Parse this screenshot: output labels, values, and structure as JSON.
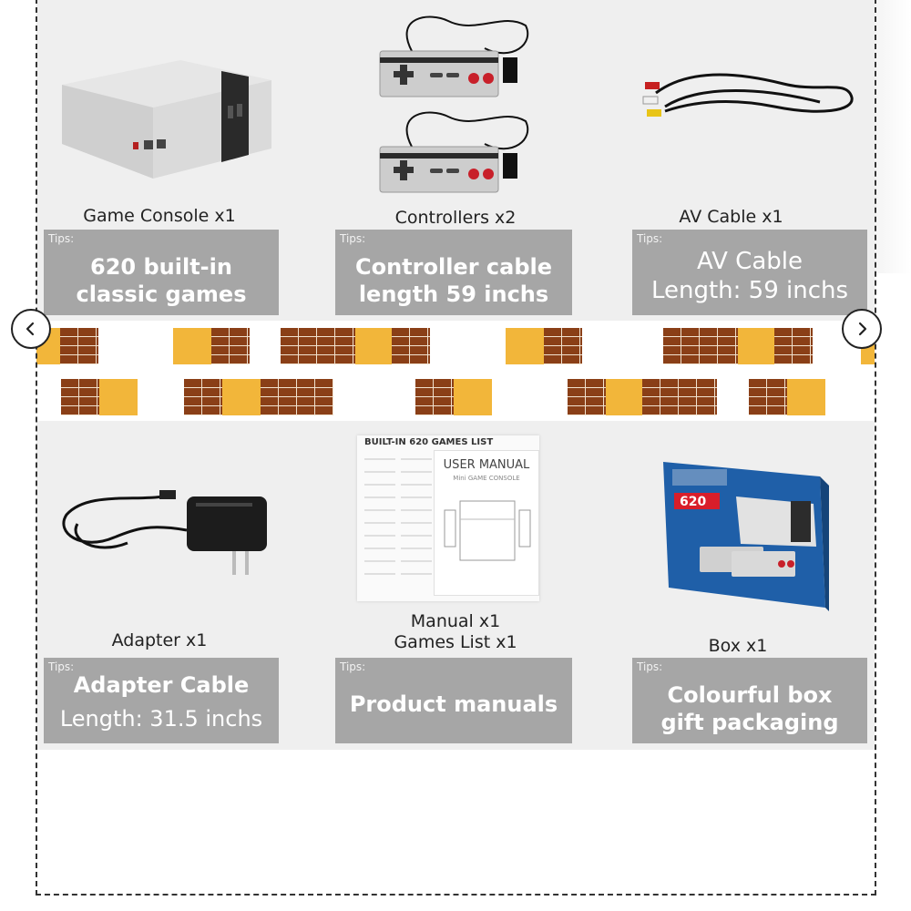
{
  "items": [
    {
      "caption": "Game Console  x1",
      "tips_label": "Tips:",
      "tips_lines": [
        "620 built-in",
        "classic games"
      ]
    },
    {
      "caption": "Controllers x2",
      "tips_label": "Tips:",
      "tips_lines": [
        "Controller cable",
        "length 59 inchs"
      ]
    },
    {
      "caption": "AV Cable x1",
      "tips_label": "Tips:",
      "tips_lines": [
        "AV Cable",
        "Length: 59 inchs"
      ]
    },
    {
      "caption": "Adapter  x1",
      "tips_label": "Tips:",
      "tips_lines": [
        "Adapter Cable",
        "Length:  31.5 inchs"
      ]
    },
    {
      "caption_lines": [
        "Manual x1",
        "Games List x1"
      ],
      "tips_label": "Tips:",
      "tips_lines": [
        "Product manuals"
      ]
    },
    {
      "caption": "Box   x1",
      "tips_label": "Tips:",
      "tips_lines": [
        "Colourful box",
        "gift packaging"
      ]
    }
  ],
  "manual": {
    "list_title": "BUILT-IN 620 GAMES LIST",
    "title": "USER MANUAL",
    "subtitle": "Mini GAME CONSOLE"
  },
  "box": {
    "count": "620"
  },
  "nav": {
    "prev_icon": "chevron-left-icon",
    "next_icon": "chevron-right-icon"
  },
  "colors": {
    "brick": "#8a3f17",
    "gold": "#f2b63a",
    "tips_bg": "#a6a6a6"
  }
}
